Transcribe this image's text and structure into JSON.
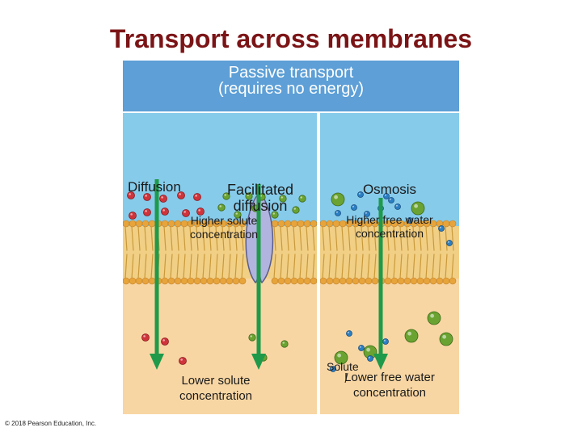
{
  "title": "Transport across membranes",
  "header": {
    "line1": "Passive transport",
    "line2": "(requires no energy)"
  },
  "left": {
    "diffusion_label": "Diffusion",
    "facilitated_line1": "Facilitated",
    "facilitated_line2": "diffusion",
    "higher_line1": "Higher solute",
    "higher_line2": "concentration",
    "lower_line1": "Lower solute",
    "lower_line2": "concentration"
  },
  "right": {
    "osmosis_label": "Osmosis",
    "higher_line1": "Higher free water",
    "higher_line2": "concentration",
    "solute_label": "Solute",
    "lower_line1": "Lower free water",
    "lower_line2": "concentration"
  },
  "copyright": "© 2018 Pearson Education, Inc.",
  "colors": {
    "title": "#7b1416",
    "header": "#5d9fd6",
    "water_side": "#86cbea",
    "bottom_side": "#f8d6a3",
    "arrow": "#1f9a4a",
    "red_particle": "#d0343b",
    "green_particle": "#6aa331",
    "blue_particle": "#2b7fc4",
    "protein": "#b2b4e0"
  }
}
